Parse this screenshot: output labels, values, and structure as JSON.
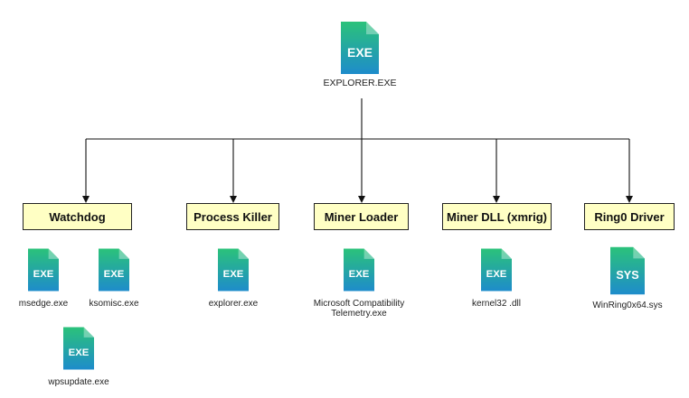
{
  "root": {
    "icon": "EXE",
    "label": "EXPLORER.EXE"
  },
  "boxes": {
    "watchdog": "Watchdog",
    "process_killer": "Process Killer",
    "miner_loader": "Miner Loader",
    "miner_dll": "Miner DLL (xmrig)",
    "ring0_driver": "Ring0 Driver"
  },
  "files": {
    "msedge": {
      "icon": "EXE",
      "label": "msedge.exe"
    },
    "ksomisc": {
      "icon": "EXE",
      "label": "ksomisc.exe"
    },
    "wpsupdate": {
      "icon": "EXE",
      "label": "wpsupdate.exe"
    },
    "explorer": {
      "icon": "EXE",
      "label": "explorer.exe"
    },
    "mscompat": {
      "icon": "EXE",
      "label": "Microsoft Compatibility\nTelemetry.exe"
    },
    "kernel32": {
      "icon": "EXE",
      "label": "kernel32 .dll"
    },
    "winring0": {
      "icon": "SYS",
      "label": "WinRing0x64.sys"
    }
  },
  "colors": {
    "box_fill": "#ffffc4",
    "icon_gradient_top": "#2bbf7a",
    "icon_gradient_bottom": "#1f8fc9",
    "line": "#111111"
  }
}
